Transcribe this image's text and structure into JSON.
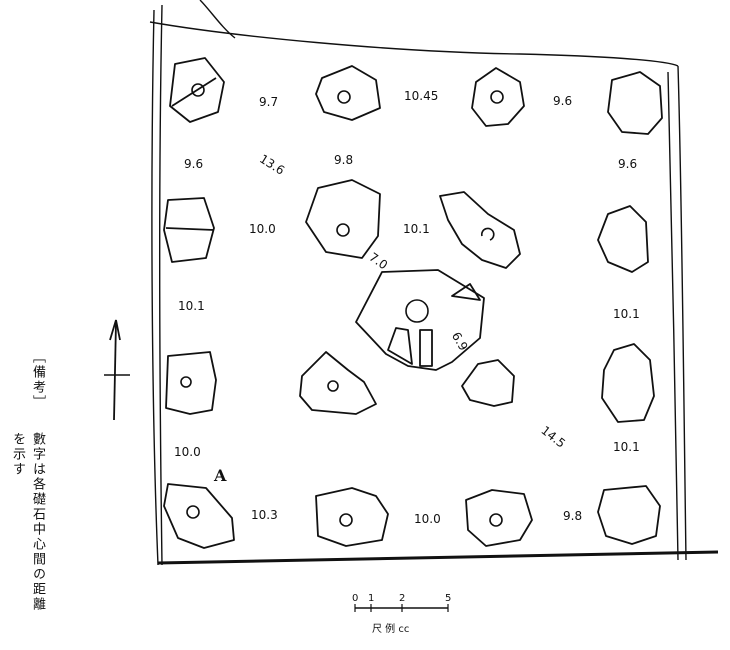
{
  "distances": {
    "d1": "9.7",
    "d2": "10.45",
    "d3": "9.6",
    "d4": "9.6",
    "d5": "13.6",
    "d6": "9.8",
    "d7": "9.6",
    "d8": "10.0",
    "d9": "10.1",
    "d10": "7.0",
    "d11": "6.9",
    "d12": "10.1",
    "d13": "10.1",
    "d14": "14.5",
    "d15": "10.0",
    "d16": "10.1",
    "d17": "10.3",
    "d18": "10.0",
    "d19": "9.8"
  },
  "marker": "A",
  "note": {
    "heading": "［備考］",
    "line1": "數字は各礎石中心間の距離",
    "line2": "を示す"
  },
  "scale": {
    "ticks": [
      "0",
      "1",
      "2",
      "5"
    ],
    "caption": "尺 例 cc"
  }
}
